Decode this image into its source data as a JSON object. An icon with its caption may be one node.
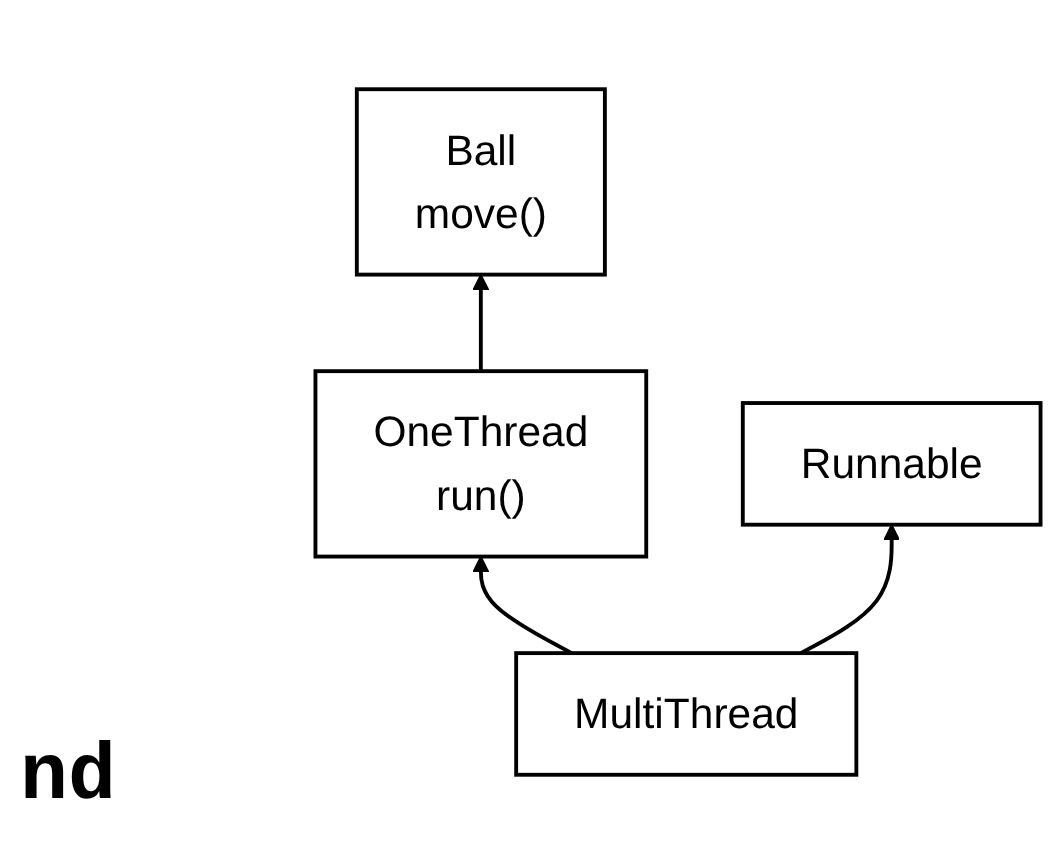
{
  "diagram": {
    "nodes": [
      {
        "text": [
          "Ball",
          "move()"
        ]
      },
      {
        "text": [
          "OneThread",
          "run()"
        ]
      },
      {
        "text": [
          "Runnable"
        ]
      },
      {
        "text": [
          "MultiThread"
        ]
      }
    ],
    "edges": [
      {
        "from": 1,
        "to": 0,
        "arrow": "to"
      },
      {
        "from": 3,
        "to": 2,
        "arrow": "to"
      },
      {
        "from": 3,
        "to": 1,
        "arrow": "to"
      }
    ],
    "labels": [
      "nd"
    ]
  }
}
